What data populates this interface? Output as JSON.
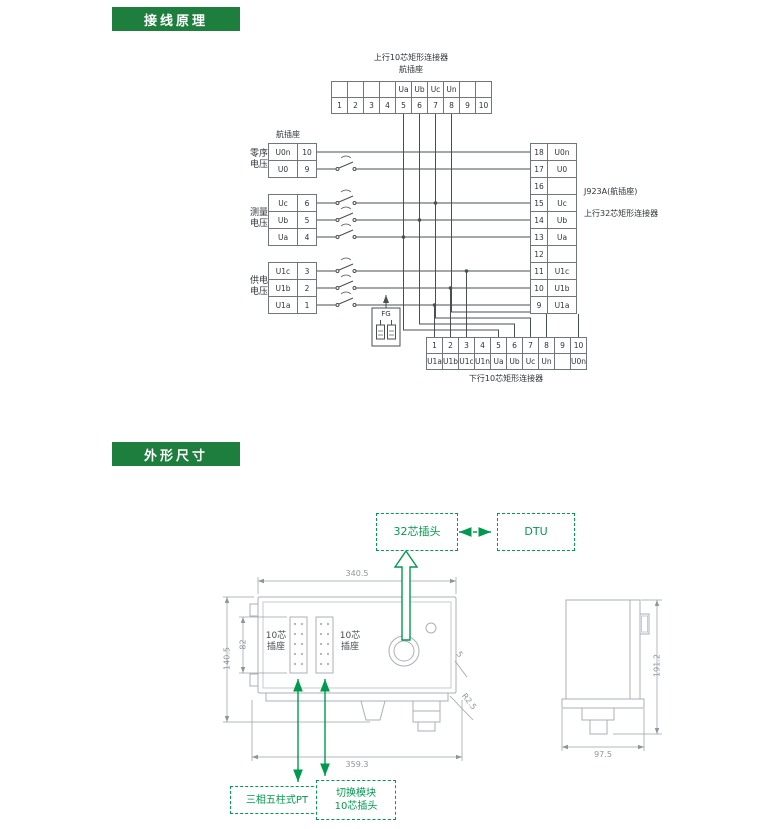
{
  "sections": {
    "wiring": {
      "badge": "接线原理"
    },
    "dimensions": {
      "badge": "外形尺寸"
    }
  },
  "wiring": {
    "top_connector": {
      "title": "上行10芯矩形连接器",
      "subtitle": "航插座",
      "labels": [
        "",
        "",
        "",
        "",
        "Ua",
        "Ub",
        "Uc",
        "Un",
        "",
        ""
      ],
      "numbers": [
        "1",
        "2",
        "3",
        "4",
        "5",
        "6",
        "7",
        "8",
        "9",
        "10"
      ]
    },
    "left_connector": {
      "label": "航插座",
      "groups": [
        {
          "name": "零序电压",
          "rows": [
            {
              "label": "U0n",
              "pin": "10"
            },
            {
              "label": "U0",
              "pin": "9"
            }
          ]
        },
        {
          "name": "测量电压",
          "rows": [
            {
              "label": "Uc",
              "pin": "6"
            },
            {
              "label": "Ub",
              "pin": "5"
            },
            {
              "label": "Ua",
              "pin": "4"
            }
          ]
        },
        {
          "name": "供电电压",
          "rows": [
            {
              "label": "U1c",
              "pin": "3"
            },
            {
              "label": "U1b",
              "pin": "2"
            },
            {
              "label": "U1a",
              "pin": "1"
            }
          ]
        }
      ]
    },
    "right_connector": {
      "title1": "J923A(航插座)",
      "title2": "上行32芯矩形连接器",
      "rows": [
        {
          "pin": "18",
          "label": "U0n"
        },
        {
          "pin": "17",
          "label": "U0"
        },
        {
          "pin": "16",
          "label": ""
        },
        {
          "pin": "15",
          "label": "Uc"
        },
        {
          "pin": "14",
          "label": "Ub"
        },
        {
          "pin": "13",
          "label": "Ua"
        },
        {
          "pin": "12",
          "label": ""
        },
        {
          "pin": "11",
          "label": "U1c"
        },
        {
          "pin": "10",
          "label": "U1b"
        },
        {
          "pin": "9",
          "label": "U1a"
        }
      ]
    },
    "bottom_connector": {
      "title": "下行10芯矩形连接器",
      "numbers": [
        "1",
        "2",
        "3",
        "4",
        "5",
        "6",
        "7",
        "8",
        "9",
        "10"
      ],
      "labels": [
        "U1a",
        "U1b",
        "U1c",
        "U1n",
        "Ua",
        "Ub",
        "Uc",
        "Un",
        "",
        "U0n"
      ]
    },
    "fg_label": "FG"
  },
  "outline": {
    "plug32": "32芯插头",
    "dtu": "DTU",
    "socket10_left": "10芯插座",
    "socket10_right": "10芯插座",
    "pt_label": "三相五柱式PT",
    "switch_line1": "切换模块",
    "switch_line2": "10芯插头",
    "dims": {
      "width_top": "340.5",
      "width_bottom": "359.3",
      "height_left": "140.5",
      "inner_height": "82",
      "gap": "5",
      "radius": "R2.5",
      "side_width": "97.5",
      "side_height": "191.2"
    }
  },
  "colors": {
    "badge": "#1e7e3e",
    "green": "#009a4e",
    "line": "#4a4f55",
    "dim": "#9aa0a6"
  }
}
